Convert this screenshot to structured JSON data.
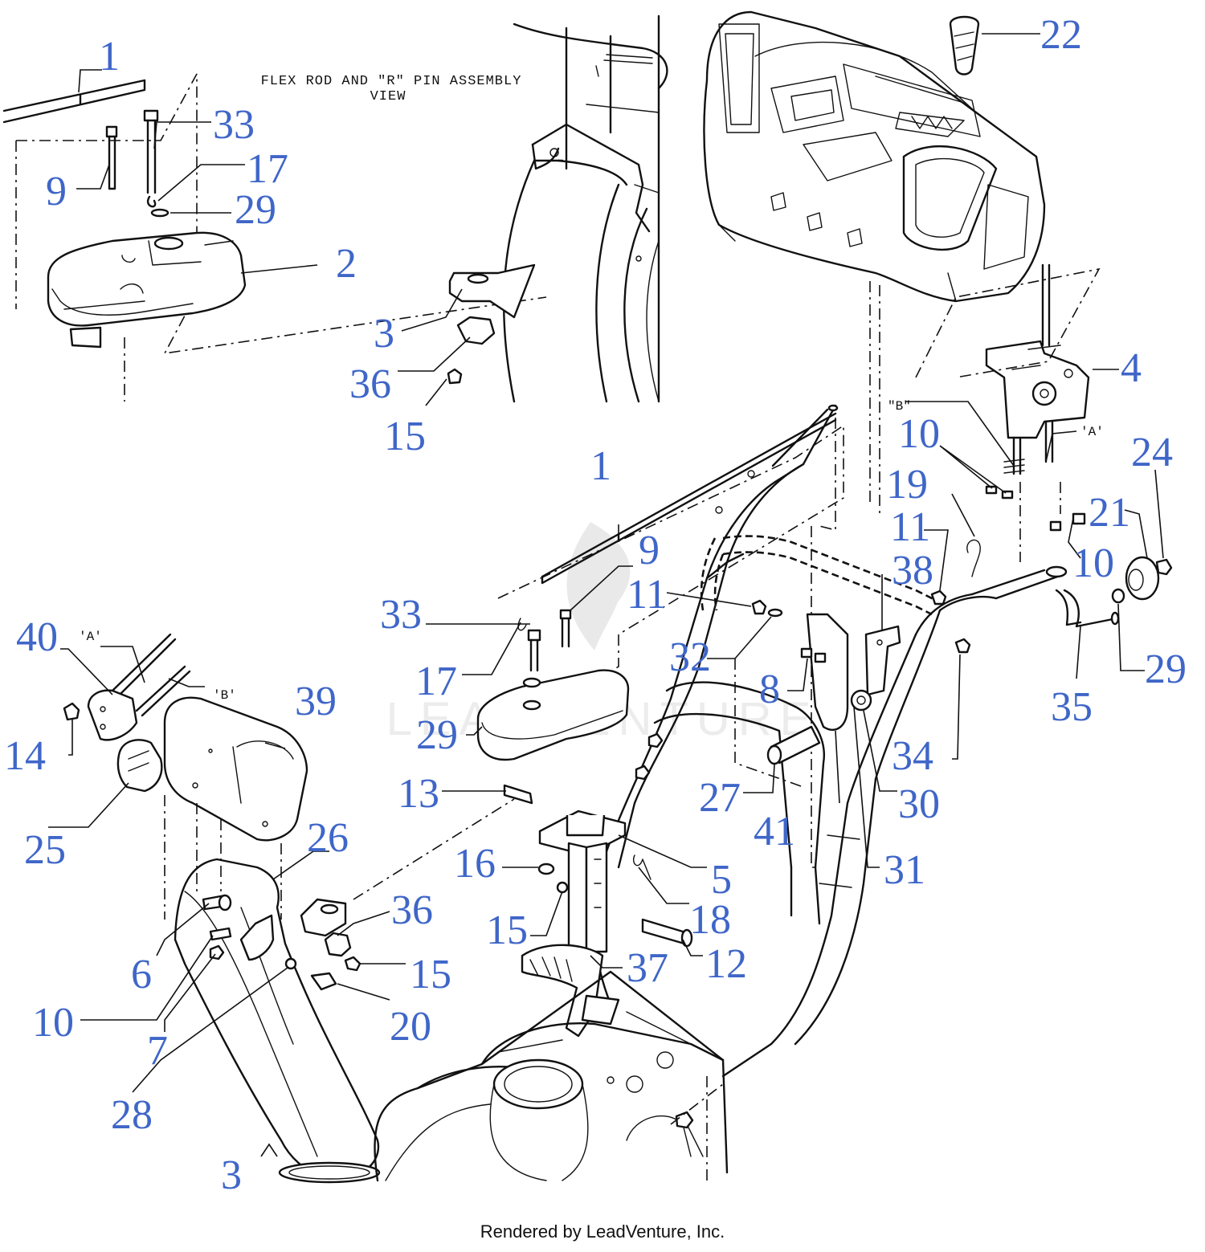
{
  "diagram": {
    "note_line1": "FLEX ROD AND \"R\" PIN ASSEMBLY",
    "note_line2": "VIEW",
    "tag_a": "'A'",
    "tag_b": "'B'",
    "tag_b_quoted": "\"B\"",
    "credit": "Rendered by LeadVenture, Inc.",
    "watermark": "LEADVENTURE",
    "callouts": [
      "1",
      "33",
      "9",
      "17",
      "29",
      "2",
      "3",
      "36",
      "15",
      "22",
      "4",
      "10",
      "24",
      "19",
      "11",
      "21",
      "38",
      "32",
      "8",
      "27",
      "41",
      "30",
      "31",
      "34",
      "35",
      "40",
      "14",
      "39",
      "25",
      "26",
      "13",
      "5",
      "16",
      "18",
      "12",
      "37",
      "6",
      "7",
      "20",
      "28"
    ]
  }
}
